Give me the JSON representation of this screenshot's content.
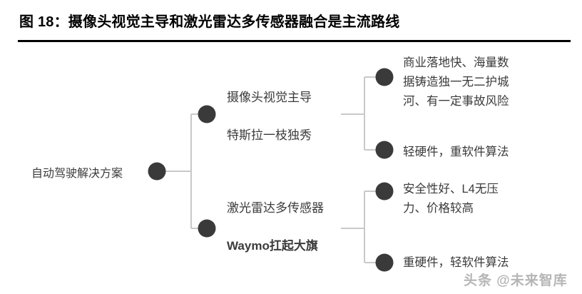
{
  "header": {
    "title": "图 18：摄像头视觉主导和激光雷达多传感器融合是主流路线"
  },
  "diagram": {
    "type": "tree",
    "colors": {
      "node_fill": "#3a3a3a",
      "connector": "#c9c9c9",
      "text": "#3b3b3b",
      "title": "#000000",
      "background": "#ffffff"
    },
    "root": {
      "label": "自动驾驶解决方案"
    },
    "branches": [
      {
        "line1": "摄像头视觉主导",
        "line2": "特斯拉一枝独秀",
        "leaves": [
          {
            "lines": [
              "商业落地快、海量数",
              "据铸造独一无二护城",
              "河、有一定事故风险"
            ]
          },
          {
            "lines": [
              "轻硬件，重软件算法"
            ]
          }
        ]
      },
      {
        "line1": "激光雷达多传感器",
        "line2": "Waymo扛起大旗",
        "leaves": [
          {
            "lines": [
              "安全性好、L4无压",
              "力、价格较高"
            ]
          },
          {
            "lines": [
              "重硬件，轻软件算法"
            ]
          }
        ]
      }
    ]
  },
  "watermark": {
    "text": "头条 @未来智库"
  }
}
